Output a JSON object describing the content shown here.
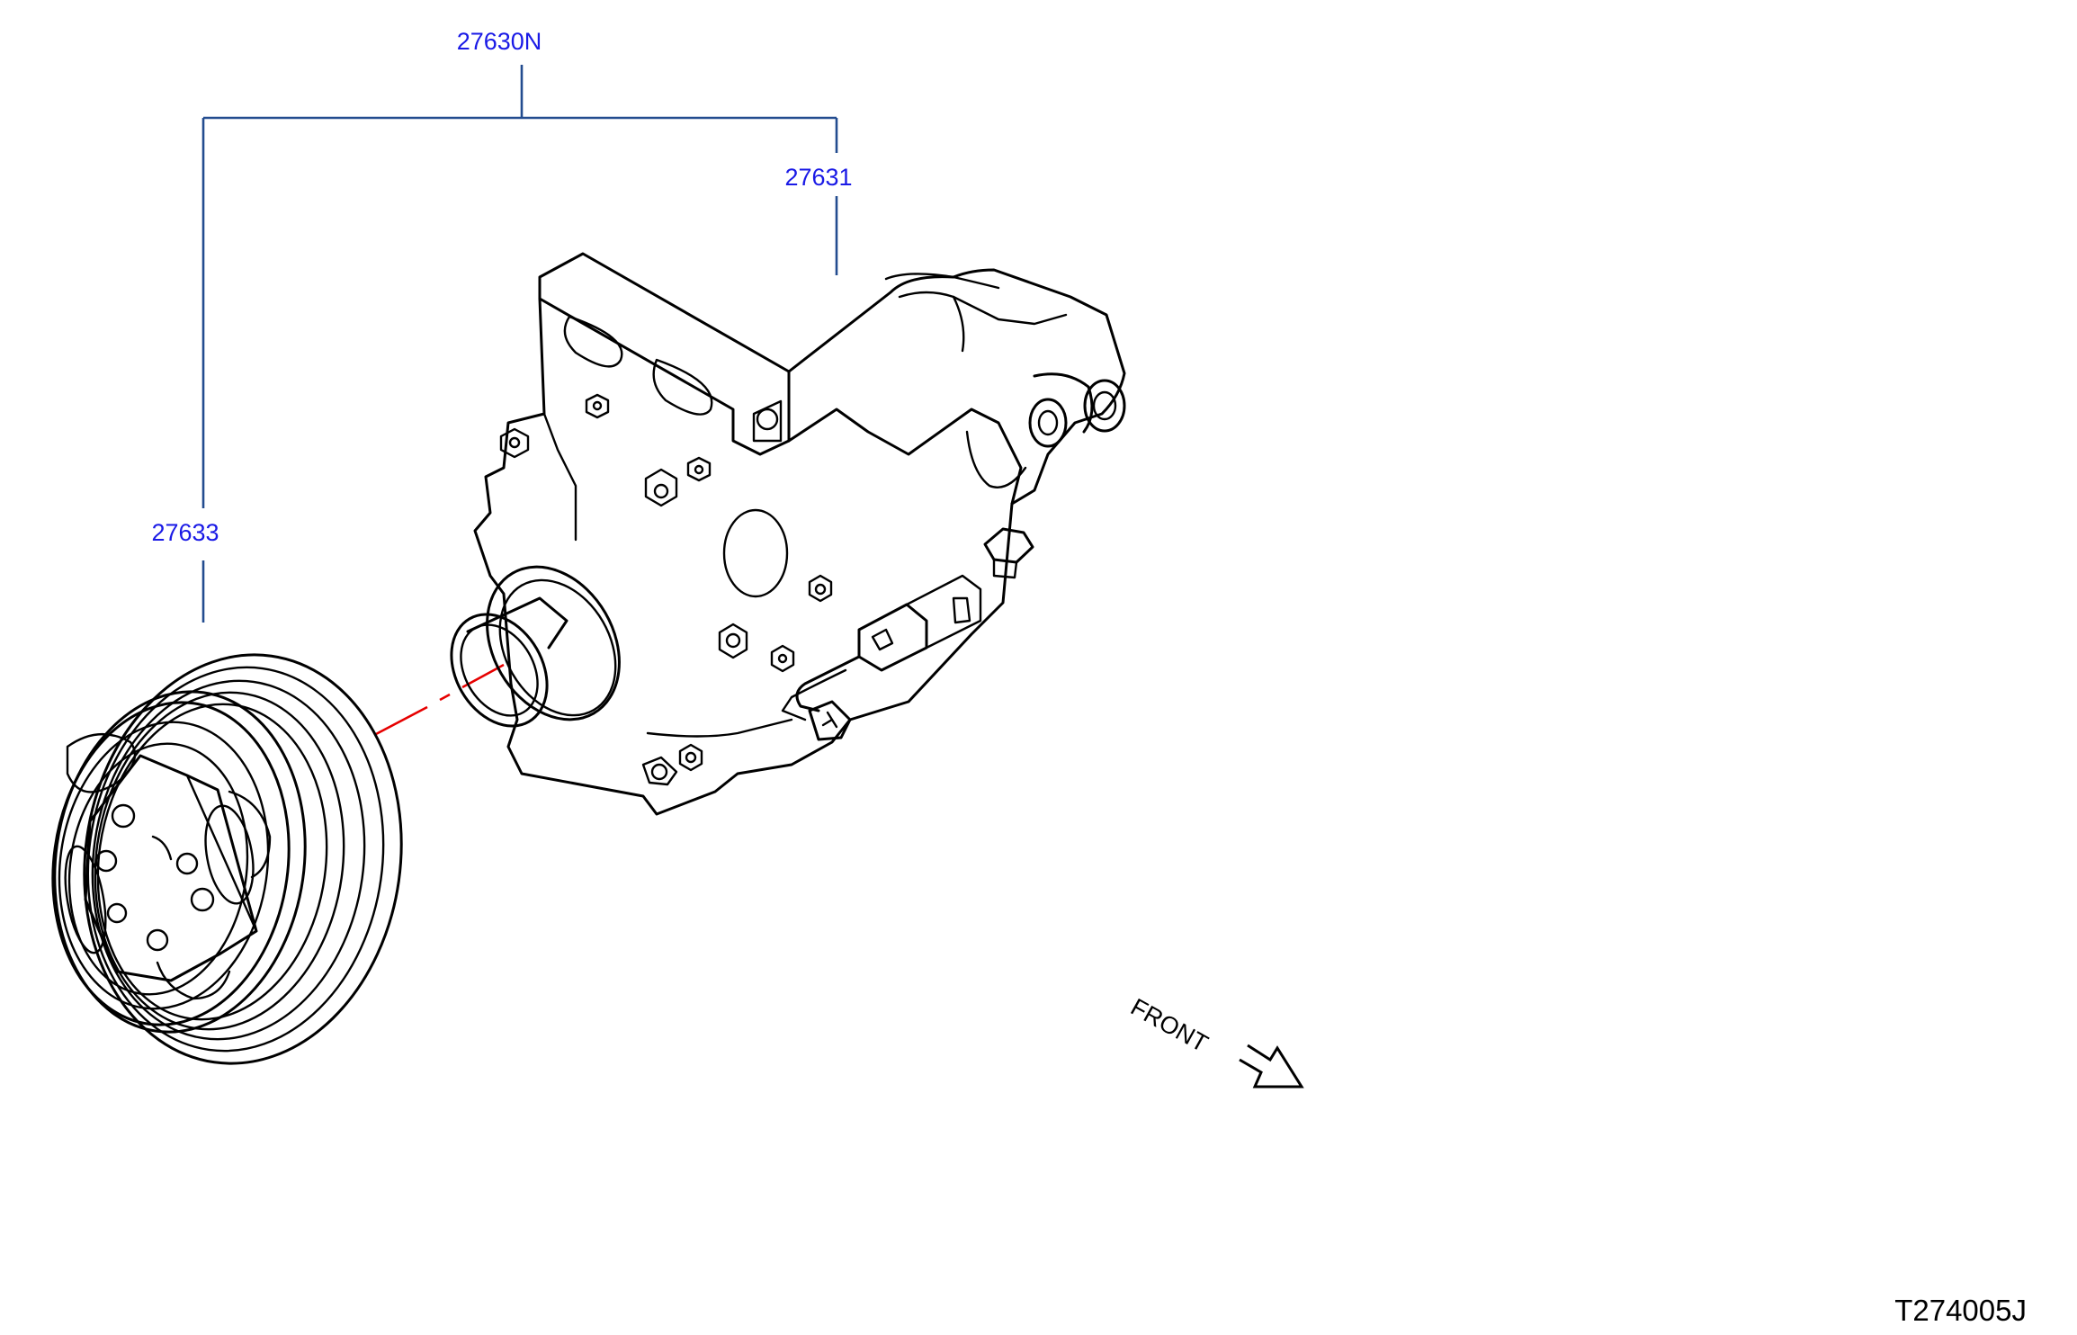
{
  "callouts": {
    "assembly": "27630N",
    "compressor": "27631",
    "clutch": "27633"
  },
  "front_label": "FRONT",
  "diagram_code": "T274005J",
  "colors": {
    "callout_text": "#1a1ae6",
    "leader_line": "#234c8f",
    "axis_line": "#e60000",
    "line_art": "#000000"
  }
}
